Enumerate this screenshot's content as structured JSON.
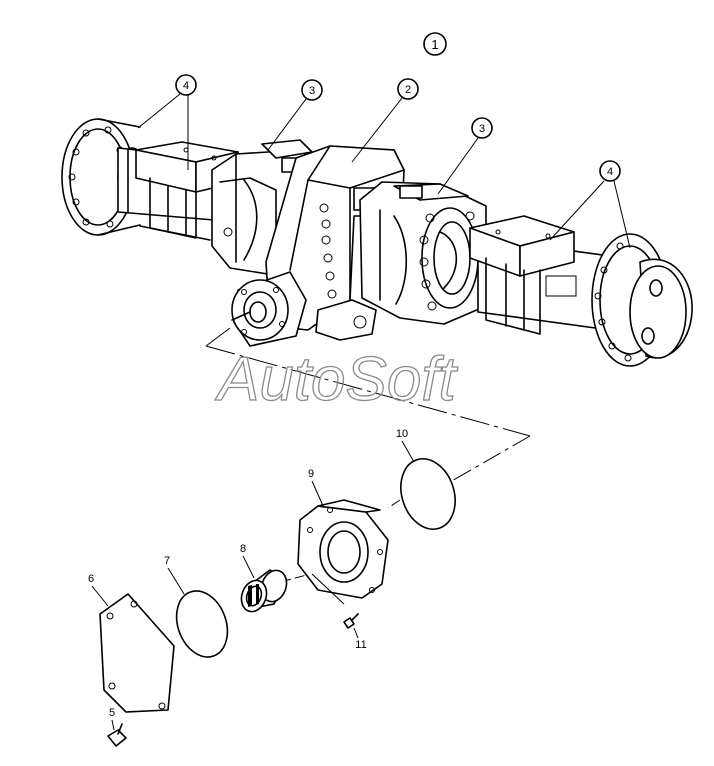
{
  "watermark": "AutoSoft",
  "callouts": {
    "c1": "1",
    "c2": "2",
    "c3a": "3",
    "c3b": "3",
    "c4a": "4",
    "c4b": "4",
    "c5": "5",
    "c6": "6",
    "c7": "7",
    "c8": "8",
    "c9": "9",
    "c10": "10",
    "c11": "11"
  }
}
